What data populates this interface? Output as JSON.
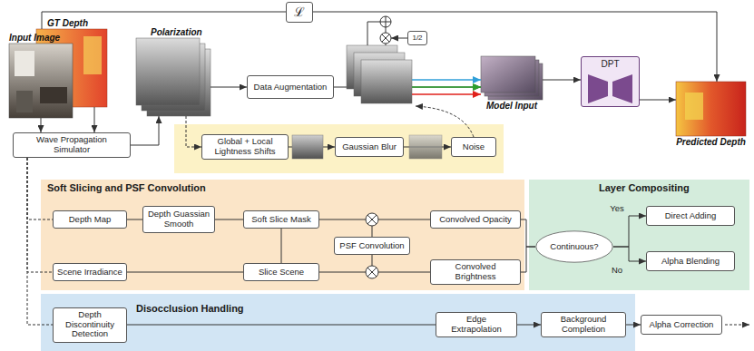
{
  "diagram": {
    "nodes": [
      {
        "text": [
          "Input Image"
        ]
      },
      {
        "text": [
          "GT Depth"
        ]
      },
      {
        "text": [
          "ℒ"
        ]
      },
      {
        "text": [
          "Polarization"
        ]
      },
      {
        "text": [
          "Data Augmentation"
        ]
      },
      {
        "text": [
          "1/2"
        ]
      },
      {
        "text": [
          "Model Input"
        ]
      },
      {
        "text": [
          "DPT"
        ]
      },
      {
        "text": [
          "Predicted Depth"
        ]
      },
      {
        "text": [
          "Wave Propagation Simulator"
        ]
      },
      {
        "text": [
          "Global + Local Lightness Shifts"
        ]
      },
      {
        "text": [
          "Gaussian Blur"
        ]
      },
      {
        "text": [
          "Noise"
        ]
      },
      {
        "text": [
          "Soft Slicing and PSF Convolution"
        ]
      },
      {
        "text": [
          "Depth Map"
        ],
        "in": 13
      },
      {
        "text": [
          "Depth Guassian Smooth"
        ],
        "in": 13
      },
      {
        "text": [
          "Soft Slice Mask"
        ],
        "in": 13
      },
      {
        "text": [
          "PSF Convolution"
        ],
        "in": 13
      },
      {
        "text": [
          "Convolved Opacity"
        ],
        "in": 13
      },
      {
        "text": [
          "Scene Irradiance"
        ],
        "in": 13
      },
      {
        "text": [
          "Slice Scene"
        ],
        "in": 13
      },
      {
        "text": [
          "Convolved Brightness"
        ],
        "in": 13
      },
      {
        "text": [
          "Layer Compositing"
        ]
      },
      {
        "text": [
          "Continuous?"
        ],
        "in": 22
      },
      {
        "text": [
          "Direct Adding"
        ],
        "in": 22
      },
      {
        "text": [
          "Alpha Blending"
        ],
        "in": 22
      },
      {
        "text": [
          "Disocclusion Handling"
        ]
      },
      {
        "text": [
          "Depth Discontinuity Detection"
        ],
        "in": 26
      },
      {
        "text": [
          "Edge Extrapolation"
        ],
        "in": 26
      },
      {
        "text": [
          "Background Completion"
        ],
        "in": 26
      },
      {
        "text": [
          "Alpha Correction"
        ]
      }
    ],
    "edges": [
      {
        "from": 0,
        "to": 9,
        "arrow": "to"
      },
      {
        "from": 1,
        "to": 9,
        "arrow": "to"
      },
      {
        "from": 9,
        "to": 3,
        "arrow": "to"
      },
      {
        "from": 3,
        "to": 4,
        "arrow": "to"
      },
      {
        "from": 3,
        "to": 10,
        "arrow": "to"
      },
      {
        "from": 10,
        "to": 11,
        "arrow": "to"
      },
      {
        "from": 11,
        "to": 12,
        "arrow": "to"
      },
      {
        "from": 4,
        "to": 6,
        "arrow": "to"
      },
      {
        "from": 6,
        "to": 7,
        "arrow": "to"
      },
      {
        "from": 7,
        "to": 8,
        "arrow": "to"
      },
      {
        "from": 1,
        "to": 2,
        "arrow": "none"
      },
      {
        "from": 2,
        "to": 8,
        "arrow": "to"
      },
      {
        "from": 9,
        "to": 14,
        "arrow": "none"
      },
      {
        "from": 9,
        "to": 19,
        "arrow": "none"
      },
      {
        "from": 9,
        "to": 27,
        "arrow": "none"
      },
      {
        "from": 14,
        "to": 15,
        "arrow": "none"
      },
      {
        "from": 15,
        "to": 16,
        "arrow": "none"
      },
      {
        "from": 16,
        "to": 18,
        "arrow": "none"
      },
      {
        "from": 19,
        "to": 20,
        "arrow": "none"
      },
      {
        "from": 20,
        "to": 21,
        "arrow": "none"
      },
      {
        "from": 16,
        "to": 20,
        "arrow": "none"
      },
      {
        "from": 18,
        "to": 23,
        "arrow": "none"
      },
      {
        "from": 21,
        "to": 23,
        "arrow": "none"
      },
      {
        "from": 23,
        "to": 24,
        "label": "Yes",
        "arrow": "to"
      },
      {
        "from": 23,
        "to": 25,
        "label": "No",
        "arrow": "to"
      },
      {
        "from": 27,
        "to": 28,
        "arrow": "none"
      },
      {
        "from": 28,
        "to": 29,
        "arrow": "to"
      },
      {
        "from": 29,
        "to": 30,
        "arrow": "to"
      }
    ]
  }
}
